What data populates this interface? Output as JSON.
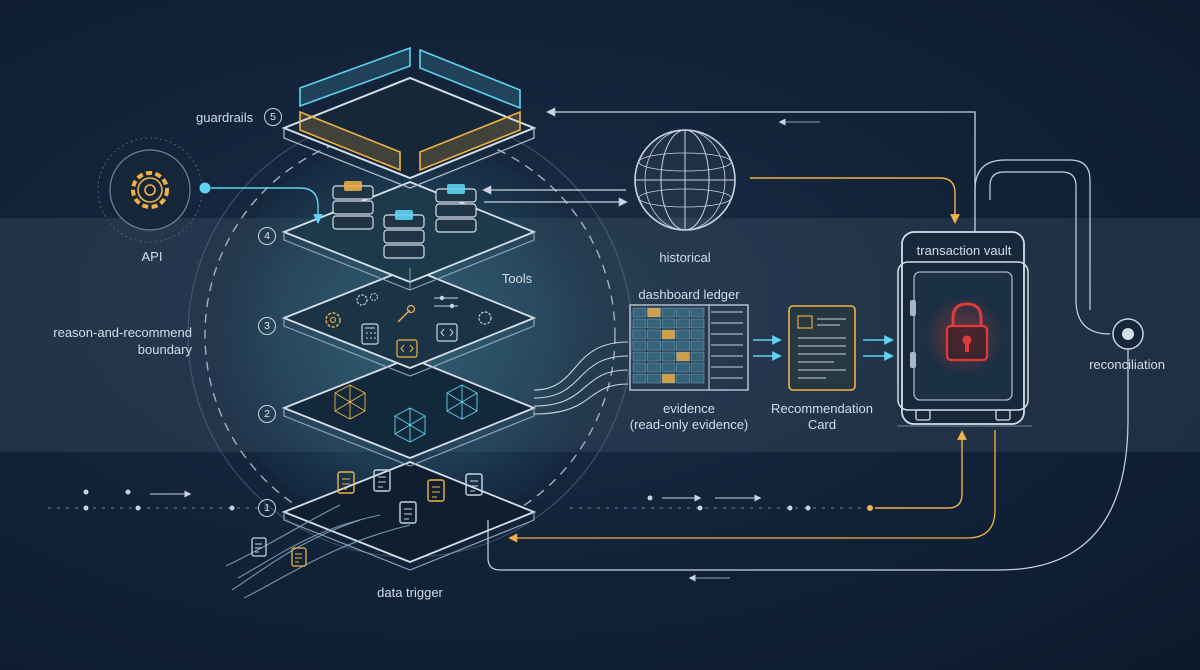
{
  "labels": {
    "guardrails": "guardrails",
    "api": "API",
    "historical": "historical",
    "tools": "Tools",
    "boundary_line1": "reason-and-recommend",
    "boundary_line2": "boundary",
    "dashboard_ledger": "dashboard ledger",
    "evidence": "evidence",
    "evidence_sub": "(read-only evidence)",
    "recommendation_line1": "Recommendation",
    "recommendation_line2": "Card",
    "transaction_vault": "transaction vault",
    "reconciliation": "reconciliation",
    "data_trigger": "data trigger"
  },
  "layers": [
    {
      "number": "1"
    },
    {
      "number": "2"
    },
    {
      "number": "3"
    },
    {
      "number": "4"
    },
    {
      "number": "5"
    }
  ],
  "colors": {
    "accent_cyan": "#5fd3f0",
    "accent_amber": "#f0b248",
    "lock_red": "#e03a3a",
    "line_light": "#c9d3df"
  },
  "icons": [
    "gear-icon",
    "globe-icon",
    "server-stack-icon",
    "padlock-icon",
    "document-icon",
    "neural-network-icon",
    "calculator-icon",
    "code-window-icon"
  ]
}
